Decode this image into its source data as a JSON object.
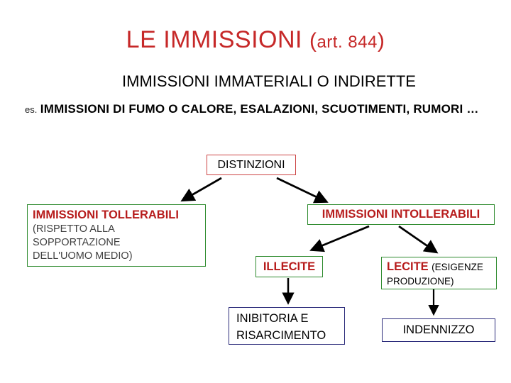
{
  "colors": {
    "title_red": "#c62828",
    "box_title_red": "#b71c1c",
    "root_border_red": "#cc4444",
    "green_border": "#2e8b2e",
    "navy_border": "#2b2b7a",
    "muted_text": "#404040"
  },
  "header": {
    "title_main": "LE IMMISSIONI",
    "title_paren_open": "(",
    "title_suffix": "art. 844",
    "title_paren_close": ")",
    "subtitle": "IMMISSIONI IMMATERIALI O INDIRETTE",
    "example_prefix": "es.",
    "example_text": "IMMISSIONI DI FUMO O CALORE, ESALAZIONI, SCUOTIMENTI, RUMORI …"
  },
  "diagram": {
    "root": {
      "label": "DISTINZIONI"
    },
    "tollerabili": {
      "title": "IMMISSIONI TOLLERABILI",
      "subtitle": "(RISPETTO ALLA SOPPORTAZIONE DELL'UOMO MEDIO)"
    },
    "intollerabili": {
      "title": "IMMISSIONI INTOLLERABILI"
    },
    "illecite": {
      "title": "ILLECITE"
    },
    "lecite": {
      "title": "LECITE",
      "subtitle": "(ESIGENZE PRODUZIONE)"
    },
    "inibitoria": {
      "label_line1": "INIBITORIA E",
      "label_line2": "RISARCIMENTO"
    },
    "indennizzo": {
      "label": "INDENNIZZO"
    }
  }
}
